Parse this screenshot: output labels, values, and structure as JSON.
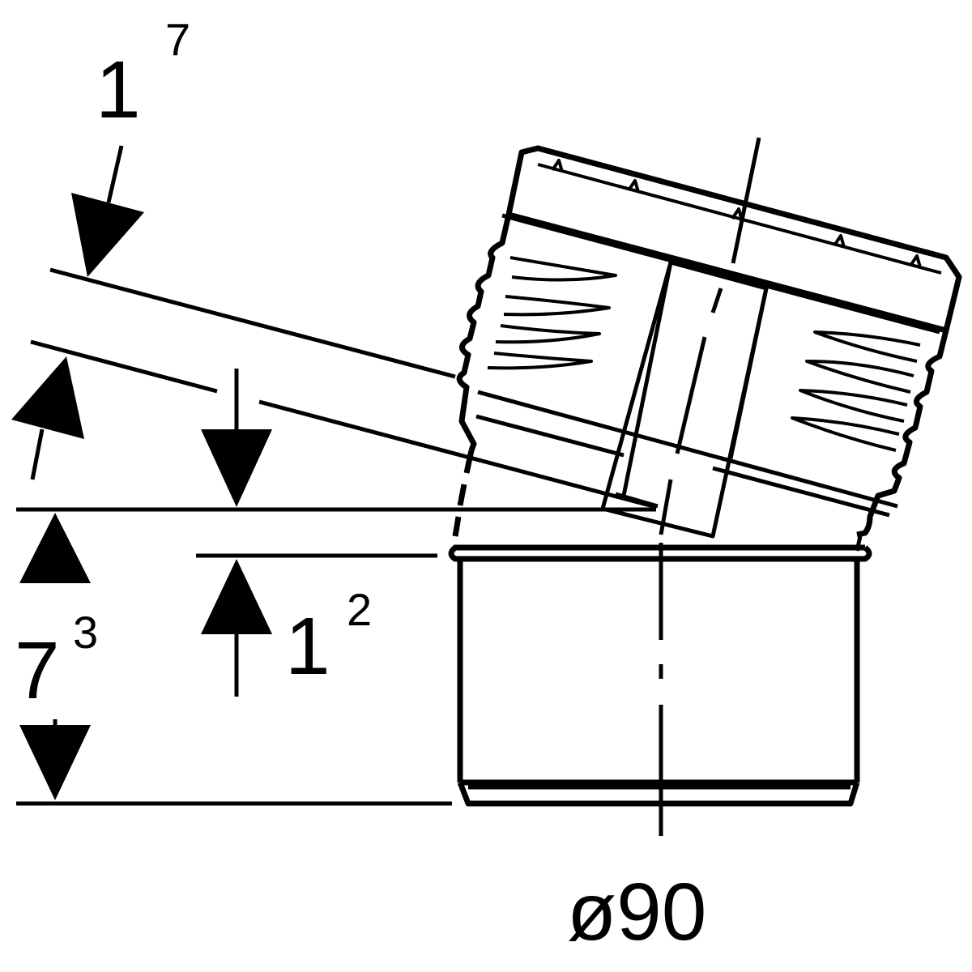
{
  "dimensions": {
    "top": {
      "base": "1",
      "sup": "7"
    },
    "left": {
      "base": "7",
      "sup": "3"
    },
    "middle": {
      "base": "1",
      "sup": "2"
    }
  },
  "diameter_label": "ø90",
  "colors": {
    "line": "#000000",
    "background": "#ffffff"
  }
}
